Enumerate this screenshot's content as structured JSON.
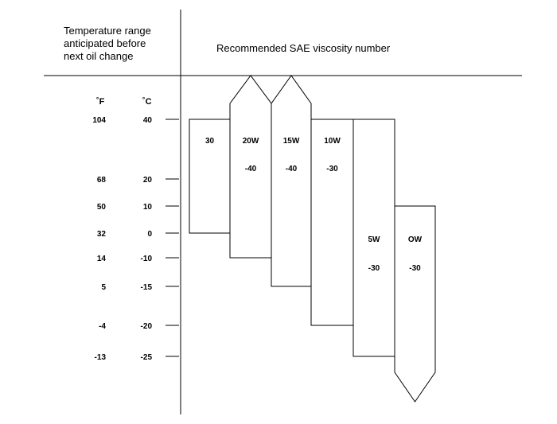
{
  "header": {
    "left_lines": [
      "Temperature range",
      "anticipated before",
      "next oil change"
    ],
    "right": "Recommended SAE viscosity number"
  },
  "units": {
    "fahrenheit": "˚F",
    "celsius": "˚C"
  },
  "temperatures": [
    {
      "f": "104",
      "c": "40"
    },
    {
      "f": "68",
      "c": "20"
    },
    {
      "f": "50",
      "c": "10"
    },
    {
      "f": "32",
      "c": "0"
    },
    {
      "f": "14",
      "c": "-10"
    },
    {
      "f": "5",
      "c": "-15"
    },
    {
      "f": "-4",
      "c": "-20"
    },
    {
      "f": "-13",
      "c": "-25"
    }
  ],
  "grades": [
    {
      "label": "30",
      "min": "",
      "low_c": 0,
      "high_c": 40,
      "arrow_up": false,
      "arrow_down": false
    },
    {
      "label": "20W",
      "min": "-40",
      "low_c": -10,
      "high_c": 40,
      "arrow_up": true,
      "arrow_down": false
    },
    {
      "label": "15W",
      "min": "-40",
      "low_c": -15,
      "high_c": 40,
      "arrow_up": true,
      "arrow_down": false
    },
    {
      "label": "10W",
      "min": "-30",
      "low_c": -20,
      "high_c": 40,
      "arrow_up": false,
      "arrow_down": false
    },
    {
      "label": "5W",
      "min": "-30",
      "low_c": -25,
      "high_c": 40,
      "arrow_up": false,
      "arrow_down": false
    },
    {
      "label": "OW",
      "min": "-30",
      "low_c": -25,
      "high_c": 10,
      "arrow_up": false,
      "arrow_down": true
    }
  ]
}
